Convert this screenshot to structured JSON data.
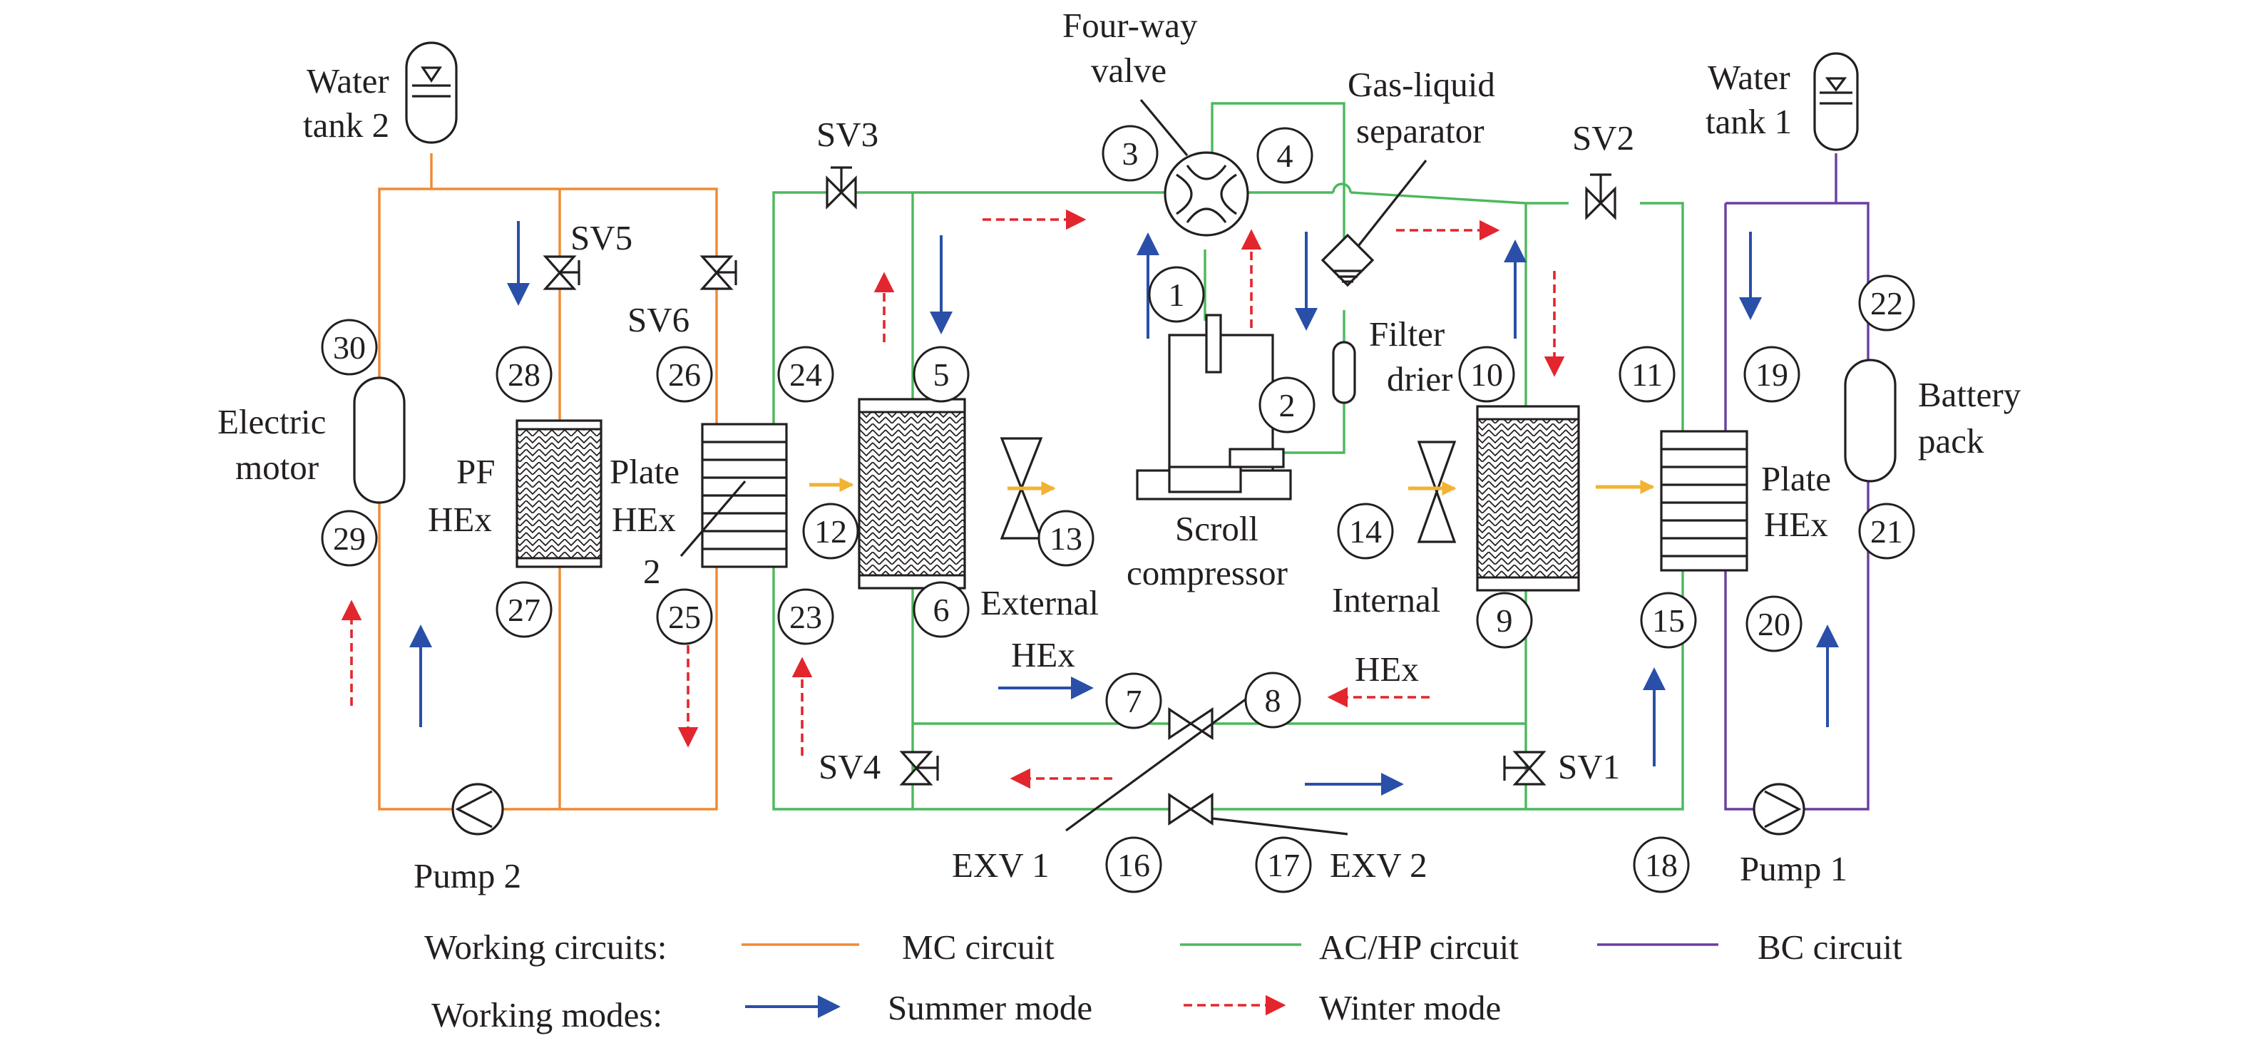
{
  "colors": {
    "mc_circuit": "#f08a32",
    "ac_hp_circuit": "#4cb85c",
    "bc_circuit": "#6a3ea1",
    "summer_arrow": "#2a4fa8",
    "winter_arrow": "#e3262d",
    "airflow_arrow": "#f2b233"
  },
  "labels": {
    "water_tank_2": [
      "Water",
      "tank 2"
    ],
    "water_tank_1": [
      "Water",
      "tank 1"
    ],
    "four_way_valve": [
      "Four-way",
      "valve"
    ],
    "gas_liquid_separator": [
      "Gas-liquid",
      "separator"
    ],
    "filter_drier": [
      "Filter",
      "drier"
    ],
    "scroll_compressor": [
      "Scroll",
      "compressor"
    ],
    "electric_motor": [
      "Electric",
      "motor"
    ],
    "pf_hex": [
      "PF",
      "HEx"
    ],
    "plate_hex_2": [
      "Plate",
      "HEx",
      "2"
    ],
    "external_hex": [
      "External",
      "HEx"
    ],
    "internal_hex": [
      "Internal",
      "HEx"
    ],
    "plate_hex": [
      "Plate",
      "HEx"
    ],
    "battery_pack": [
      "Battery",
      "pack"
    ],
    "pump_2": "Pump 2",
    "pump_1": "Pump 1",
    "sv1": "SV1",
    "sv2": "SV2",
    "sv3": "SV3",
    "sv4": "SV4",
    "sv5": "SV5",
    "sv6": "SV6",
    "exv1": "EXV 1",
    "exv2": "EXV 2"
  },
  "nodes": [
    "1",
    "2",
    "3",
    "4",
    "5",
    "6",
    "7",
    "8",
    "9",
    "10",
    "11",
    "12",
    "13",
    "14",
    "15",
    "16",
    "17",
    "18",
    "19",
    "20",
    "21",
    "22",
    "23",
    "24",
    "25",
    "26",
    "27",
    "28",
    "29",
    "30"
  ],
  "legend": {
    "working_circuits": "Working circuits:",
    "working_modes": "Working modes:",
    "mc_circuit": "MC circuit",
    "ac_hp_circuit": "AC/HP circuit",
    "bc_circuit": "BC circuit",
    "summer_mode": "Summer mode",
    "winter_mode": "Winter mode"
  }
}
